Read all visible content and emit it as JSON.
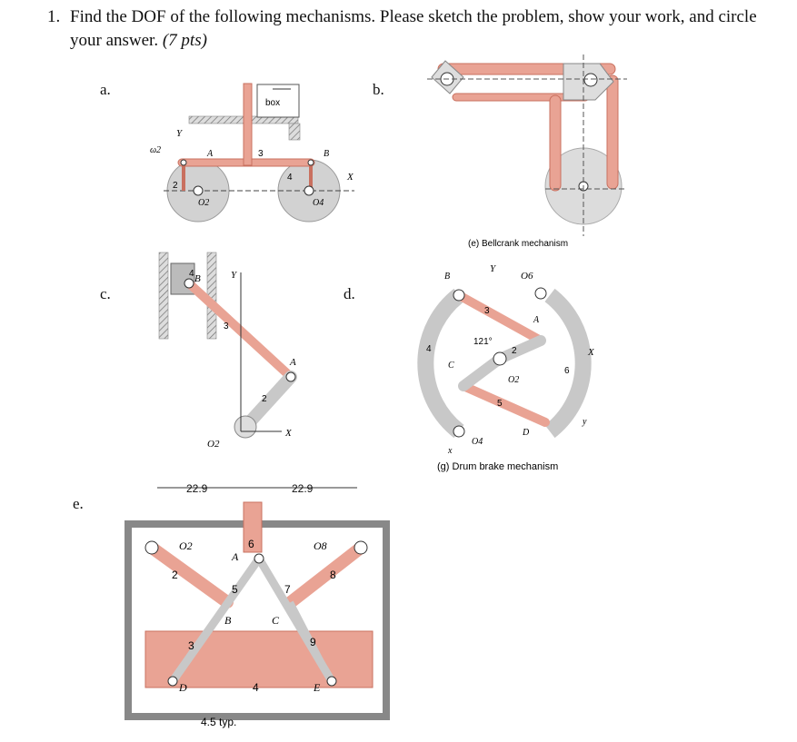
{
  "question": {
    "number": "1.",
    "text_before": "Find the DOF of the following mechanisms. Please sketch the problem, show your work, and circle your answer.",
    "points": "(7 pts)"
  },
  "parts": {
    "a": "a.",
    "b": "b.",
    "c": "c.",
    "d": "d.",
    "e": "e."
  },
  "fig_a": {
    "box": "box",
    "omega": "ω2",
    "Y": "Y",
    "X": "X",
    "A": "A",
    "B": "B",
    "l2": "2",
    "l3": "3",
    "l4": "4",
    "O2": "O2",
    "O4": "O4"
  },
  "fig_b": {
    "caption": "(e) Bellcrank mechanism"
  },
  "fig_c": {
    "B": "B",
    "A": "A",
    "Y": "Y",
    "X": "X",
    "l2": "2",
    "l3": "3",
    "l4": "4",
    "O2": "O2"
  },
  "fig_d": {
    "caption": "(g) Drum brake mechanism",
    "B": "B",
    "Y": "Y",
    "O6": "O6",
    "l3": "3",
    "A": "A",
    "l4": "4",
    "angle": "121°",
    "l2": "2",
    "X": "X",
    "C": "C",
    "O2": "O2",
    "l6": "6",
    "l5": "5",
    "y": "y",
    "x": "x",
    "O4": "O4",
    "D": "D"
  },
  "fig_e": {
    "dim1": "22.9",
    "dim2": "22.9",
    "typ": "4.5 typ.",
    "O2": "O2",
    "O8": "O8",
    "A": "A",
    "B": "B",
    "C": "C",
    "D": "D",
    "E": "E",
    "l2": "2",
    "l3": "3",
    "l4": "4",
    "l5": "5",
    "l6": "6",
    "l7": "7",
    "l8": "8",
    "l9": "9"
  },
  "colors": {
    "link": "#e9a394",
    "link_stroke": "#c9705f",
    "gray": "#c8c8c8",
    "ground": "#9a9a9a"
  }
}
